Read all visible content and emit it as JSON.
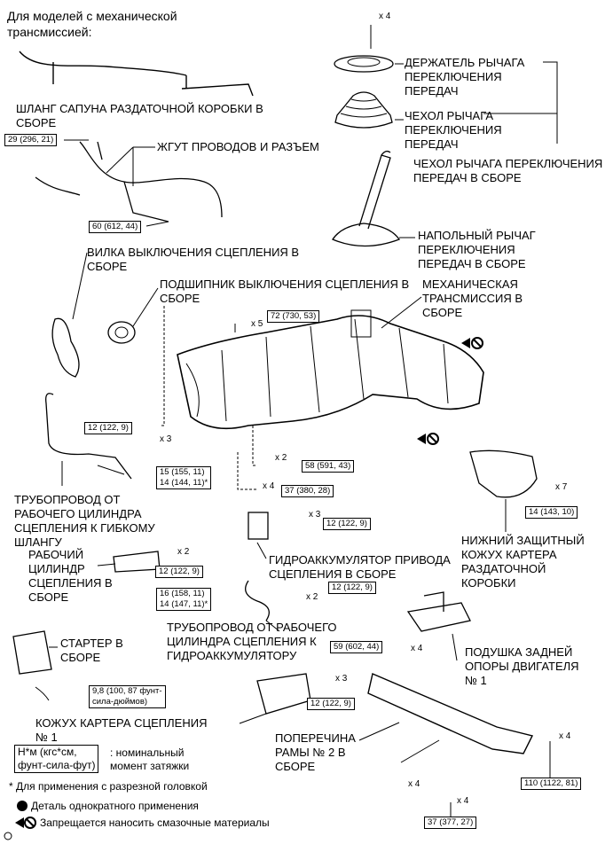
{
  "header": "Для моделей с механической\nтрансмиссией:",
  "labels": {
    "breather_hose": "ШЛАНГ САПУНА РАЗДАТОЧНОЙ КОРОБКИ В\nСБОРЕ",
    "wire_harness": "ЖГУТ ПРОВОДОВ И РАЗЪЕМ",
    "retainer": "ДЕРЖАТЕЛЬ РЫЧАГА\nПЕРЕКЛЮЧЕНИЯ\nПЕРЕДАЧ",
    "boot": "ЧЕХОЛ РЫЧАГА\nПЕРЕКЛЮЧЕНИЯ\nПЕРЕДАЧ",
    "boot_assy": "ЧЕХОЛ РЫЧАГА ПЕРЕКЛЮЧЕНИЯ\nПЕРЕДАЧ В СБОРЕ",
    "floor_lever": "НАПОЛЬНЫЙ РЫЧАГ\nПЕРЕКЛЮЧЕНИЯ\nПЕРЕДАЧ В СБОРЕ",
    "release_fork": "ВИЛКА ВЫКЛЮЧЕНИЯ СЦЕПЛЕНИЯ В\nСБОРЕ",
    "release_bearing": "ПОДШИПНИК ВЫКЛЮЧЕНИЯ СЦЕПЛЕНИЯ В\nСБОРЕ",
    "manual_trans": "МЕХАНИЧЕСКАЯ\nТРАНСМИССИЯ В\nСБОРЕ",
    "tube_to_hose": "ТРУБОПРОВОД ОТ\nРАБОЧЕГО ЦИЛИНДРА\nСЦЕПЛЕНИЯ К ГИБКОМУ\nШЛАНГУ",
    "under_cover": "НИЖНИЙ ЗАЩИТНЫЙ\nКОЖУХ КАРТЕРА\nРАЗДАТОЧНОЙ\nКОРОБКИ",
    "release_cylinder": "РАБОЧИЙ\nЦИЛИНДР\nСЦЕПЛЕНИЯ В\nСБОРЕ",
    "accumulator": "ГИДРОАККУМУЛЯТОР ПРИВОДА\nСЦЕПЛЕНИЯ В СБОРЕ",
    "tube_to_accum": "ТРУБОПРОВОД ОТ РАБОЧЕГО\nЦИЛИНДРА СЦЕПЛЕНИЯ К\nГИДРОАККУМУЛЯТОРУ",
    "starter": "СТАРТЕР В\nСБОРЕ",
    "rear_mount": "ПОДУШКА ЗАДНЕЙ\nОПОРЫ ДВИГАТЕЛЯ\n№ 1",
    "housing_cover": "КОЖУХ КАРТЕРА СЦЕПЛЕНИЯ\n№ 1",
    "crossmember": "ПОПЕРЕЧИНА\nРАМЫ № 2 В\nСБОРЕ"
  },
  "torques": {
    "t_29": "29 (296, 21)",
    "t_60": "60 (612, 44)",
    "t_72": "72 (730, 53)",
    "t_12a": "12 (122, 9)",
    "t_15_14": "15 (155, 11)\n14 (144, 11)*",
    "t_58": "58 (591, 43)",
    "t_37a": "37 (380, 28)",
    "t_12b": "12 (122, 9)",
    "t_14": "14 (143, 10)",
    "t_12c": "12 (122, 9)",
    "t_16_14": "16 (158, 11)\n14 (147, 11)*",
    "t_12d": "12 (122, 9)",
    "t_59": "59 (602, 44)",
    "t_98": "9,8 (100, 87 фунт-\nсила-дюймов)",
    "t_12e": "12 (122, 9)",
    "t_110": "110 (1122, 81)",
    "t_37b": "37 (377, 27)"
  },
  "quantities": {
    "q_top": "x 4",
    "q_72": "x 5",
    "q_12a": "x 3",
    "q_58": "x 2",
    "q_37a": "x 4",
    "q_under": "x 7",
    "q_accum": "x 3",
    "q_cyl": "x 2",
    "q_tube": "x 2",
    "q_59": "x 4",
    "q_cover": "x 3",
    "q_110": "x 4",
    "q_bolt": "x 4",
    "q_37b": "x 4"
  },
  "legend": {
    "torque_unit": "Н*м (кгс*см,\nфунт-сила-фут)",
    "torque_desc": ": номинальный\nмомент затяжки",
    "footnote": "* Для применения с разрезной головкой",
    "non_reusable": "Деталь однократного применения",
    "no_lube": "Запрещается наносить смазочные материалы",
    "corner": "o"
  }
}
